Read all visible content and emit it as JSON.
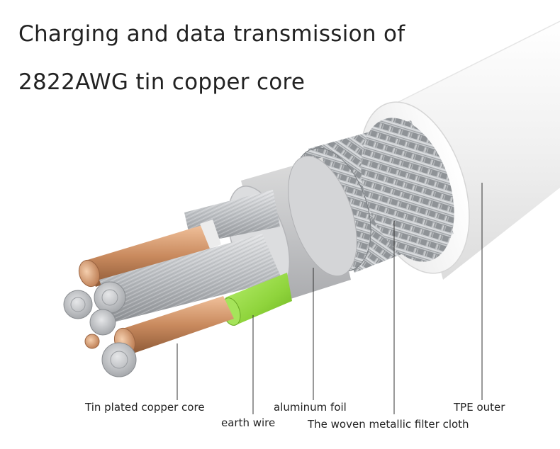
{
  "title": {
    "line1": "Charging and data transmission of",
    "line2": "2822AWG tin copper core"
  },
  "labels": {
    "tin_core": "Tin plated copper core",
    "earth_wire": "earth wire",
    "aluminum_foil": "aluminum foil",
    "woven_cloth": "The woven metallic filter cloth",
    "tpe_outer": "TPE outer"
  },
  "colors": {
    "copper": "#c98a5e",
    "tinned_wire": "#b9bcc0",
    "earth_wire": "#8fd43c",
    "foil": "#cfd0d2",
    "braid": "#9a9ea2",
    "tpe": "#f3f3f3"
  }
}
